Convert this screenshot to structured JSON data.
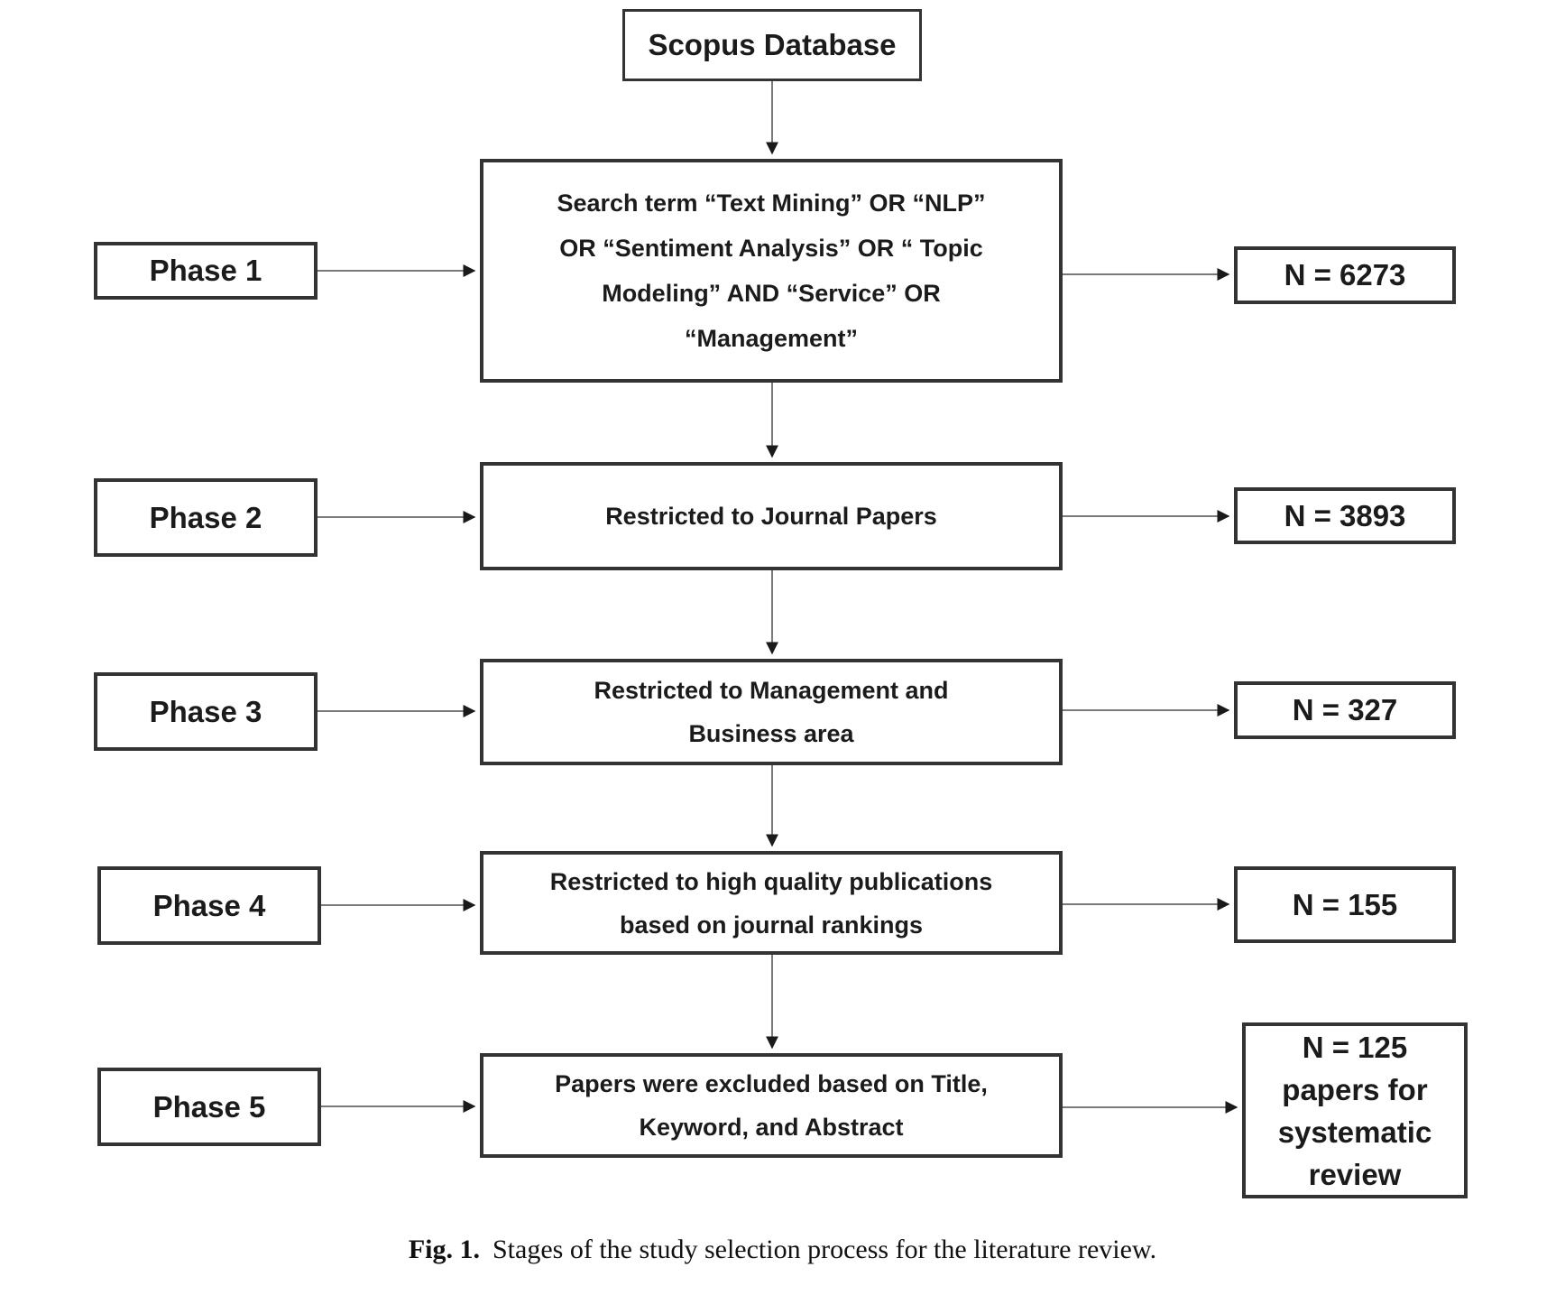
{
  "figure": {
    "caption_label": "Fig. 1.",
    "caption_text": "Stages of the study selection process for the literature review."
  },
  "flowchart": {
    "source_label": "Scopus Database",
    "phases": [
      {
        "label": "Phase 1",
        "step": "Search term “Text Mining” OR “NLP”\nOR “Sentiment Analysis” OR “ Topic\nModeling” AND “Service” OR\n“Management”",
        "result": "N = 6273"
      },
      {
        "label": "Phase 2",
        "step": "Restricted to Journal Papers",
        "result": "N = 3893"
      },
      {
        "label": "Phase 3",
        "step": "Restricted to Management and\nBusiness area",
        "result": "N = 327"
      },
      {
        "label": "Phase 4",
        "step": "Restricted to high quality publications\nbased on journal rankings",
        "result": "N = 155"
      },
      {
        "label": "Phase 5",
        "step": "Papers were excluded based on Title,\nKeyword, and Abstract",
        "result": "N = 125\npapers for\nsystematic\nreview"
      }
    ],
    "colors": {
      "background": "#ffffff",
      "box_border": "#333333",
      "connector": "#7a7a7a",
      "arrowhead": "#1a1a1a",
      "text": "#1b1b1b"
    }
  }
}
